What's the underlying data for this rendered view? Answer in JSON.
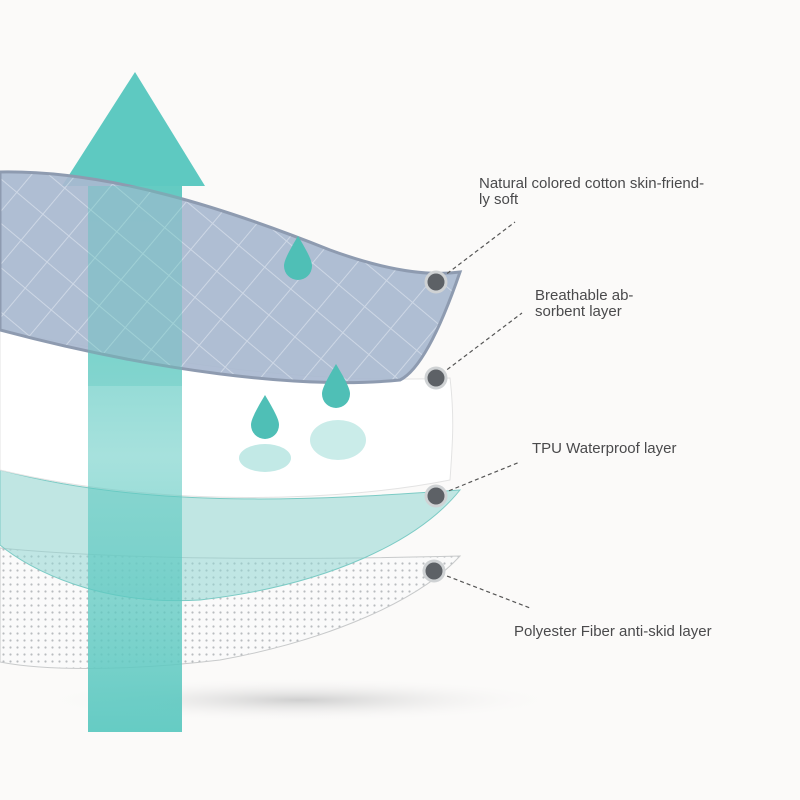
{
  "colors": {
    "arrow": "#5ec9c1",
    "quilt": "#a9b9d0",
    "tpu": "#8fd6d1",
    "marker": "#5d6166",
    "text": "#4a4a4c"
  },
  "icons": [
    "upward-arrow-icon",
    "water-drop-icon"
  ],
  "layers": [
    {
      "label": "Natural colored cotton skin-friend-\nly soft"
    },
    {
      "label": "Breathable ab-\nsorbent layer"
    },
    {
      "label": "TPU Waterproof layer"
    },
    {
      "label": "Polyester Fiber anti-skid layer"
    }
  ]
}
